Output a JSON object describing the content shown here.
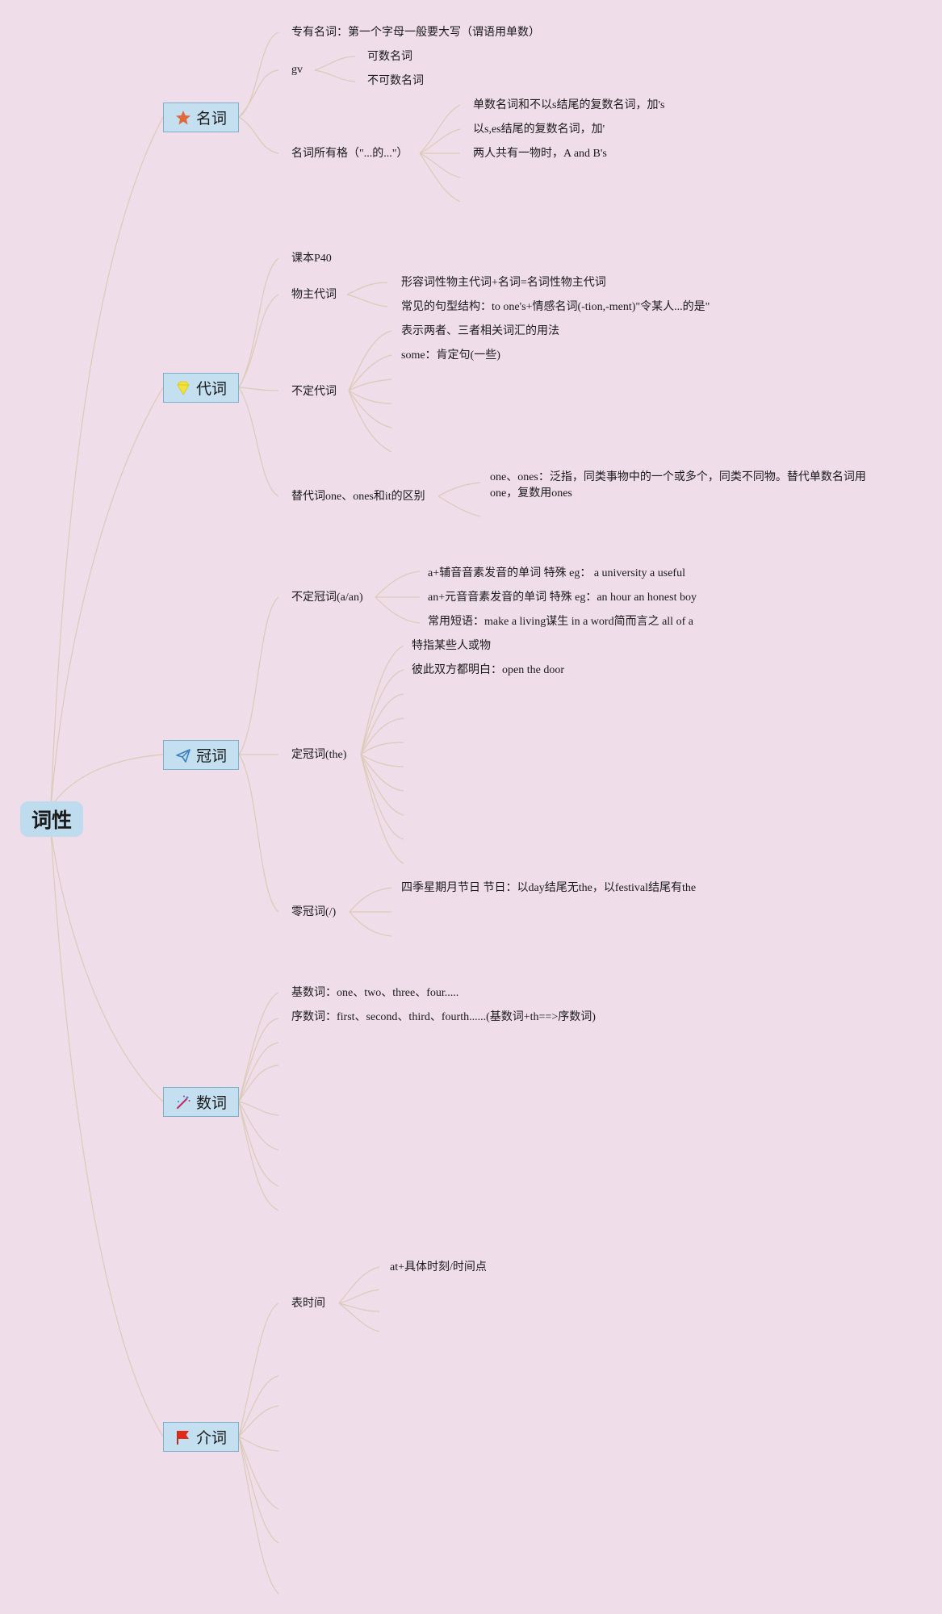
{
  "root": {
    "label": "词性"
  },
  "categories": [
    {
      "label": "名词",
      "icon": "star-icon",
      "icon_color": "#e0683a",
      "items": [
        {
          "label": "专有名词：第一个字母一般要大写（谓语用单数）",
          "children": []
        },
        {
          "label": "gv",
          "children": [
            "可数名词",
            "不可数名词"
          ]
        },
        {
          "label": "名词所有格（\"...的...\"）",
          "children": [
            "单数名词和不以s结尾的复数名词，加's",
            "以s,es结尾的复数名词，加'",
            "两人共有一物时，A and B's"
          ]
        }
      ]
    },
    {
      "label": "代词",
      "icon": "gem-icon",
      "icon_color": "#f2e23a",
      "items": [
        {
          "label": "课本P40",
          "children": []
        },
        {
          "label": "物主代词",
          "children": [
            "形容词性物主代词+名词=名词性物主代词",
            "常见的句型结构：to one's+情感名词(-tion,-ment)\"令某人...的是\""
          ]
        },
        {
          "label": "不定代词",
          "children": [
            "表示两者、三者相关词汇的用法",
            "some：肯定句(一些)"
          ]
        },
        {
          "label": "替代词one、ones和it的区别",
          "children": [
            "one、ones：泛指，同类事物中的一个或多个，同类不同物。替代单数名词用one，复数用ones"
          ]
        }
      ]
    },
    {
      "label": "冠词",
      "icon": "paper-plane-icon",
      "icon_color": "#3a7fc0",
      "items": [
        {
          "label": "不定冠词(a/an)",
          "children": [
            "a+辅音音素发音的单词 特殊 eg： a university a useful",
            "an+元音音素发音的单词 特殊 eg：an hour an honest boy",
            "常用短语：make a living谋生 in a word简而言之 all of a"
          ]
        },
        {
          "label": "定冠词(the)",
          "children": [
            "特指某些人或物",
            "彼此双方都明白：open the door"
          ]
        },
        {
          "label": "零冠词(/)",
          "children": [
            "四季星期月节日 节日：以day结尾无the，以festival结尾有the"
          ]
        }
      ]
    },
    {
      "label": "数词",
      "icon": "magic-wand-icon",
      "icon_color": "#c2306a",
      "items": [
        {
          "label": "基数词：one、two、three、four.....",
          "children": []
        },
        {
          "label": "序数词：first、second、third、fourth......(基数词+th==>序数词)",
          "children": []
        }
      ]
    },
    {
      "label": "介词",
      "icon": "flag-icon",
      "icon_color": "#e02a1a",
      "items": [
        {
          "label": "表时间",
          "children": [
            "at+具体时刻/时间点"
          ]
        }
      ]
    }
  ]
}
